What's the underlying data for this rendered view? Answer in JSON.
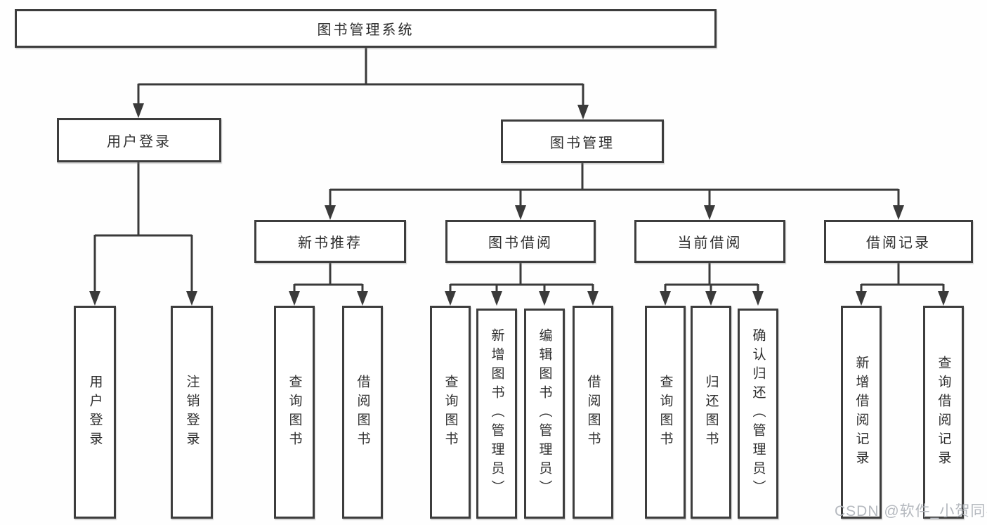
{
  "diagram": {
    "type": "tree",
    "title": "图书管理系统"
  },
  "nodes": {
    "root": "图书管理系统",
    "user_login_branch": "用户登录",
    "book_mgmt_branch": "图书管理",
    "new_book_rec": "新书推荐",
    "book_borrow": "图书借阅",
    "current_borrow": "当前借阅",
    "borrow_records": "借阅记录",
    "ul_login": "用户登录",
    "ul_logout": "注销登录",
    "nb_query": "查询图书",
    "nb_borrow": "借阅图书",
    "bb_query": "查询图书",
    "bb_add": "新增图书（管理员）",
    "bb_edit": "编辑图书（管理员）",
    "bb_borrow": "借阅图书",
    "cb_query": "查询图书",
    "cb_return": "归还图书",
    "cb_confirm": "确认归还（管理员）",
    "br_add": "新增借阅记录",
    "br_query": "查询借阅记录"
  },
  "watermark": "CSDN @软件_小贺同学",
  "colors": {
    "line": "#3a3a3a",
    "border": "#3d3d3d",
    "text": "#2e2e2e",
    "watermark": "#b5b9bf",
    "background": "#fefefe"
  }
}
